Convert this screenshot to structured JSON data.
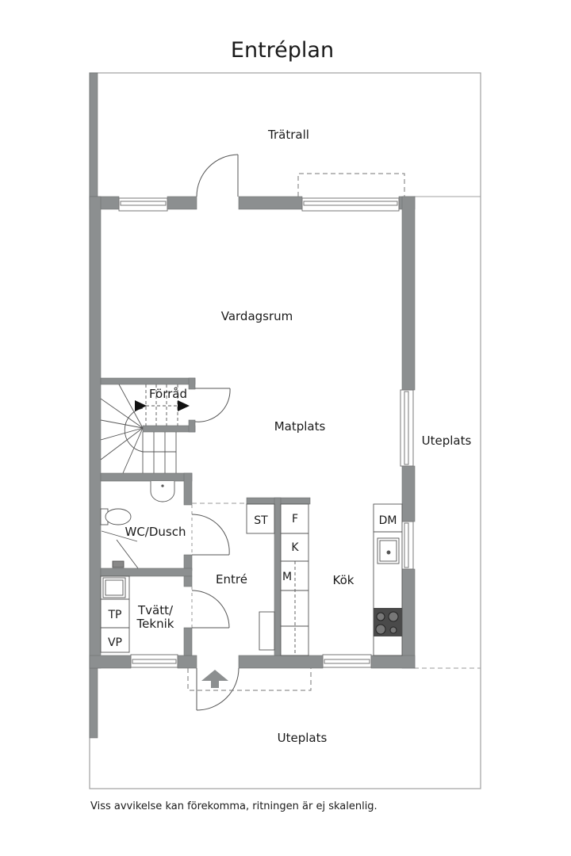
{
  "title": "Entréplan",
  "rooms": {
    "tratrall": "Trätrall",
    "vardagsrum": "Vardagsrum",
    "forrad": "Förråd",
    "matplats": "Matplats",
    "uteplats_right": "Uteplats",
    "wc_dusch": "WC/Dusch",
    "entre": "Entré",
    "kok": "Kök",
    "tvatt_line1": "Tvätt/",
    "tvatt_line2": "Teknik",
    "uteplats_bottom": "Uteplats"
  },
  "fixtures": {
    "st": "ST",
    "f": "F",
    "k": "K",
    "m": "M",
    "dm": "DM",
    "tp": "TP",
    "vp": "VP"
  },
  "colors": {
    "wall": "#8c8f90",
    "outline": "#9a9a9a",
    "line": "#555555",
    "stove": "#4a4a4a"
  },
  "disclaimer": "Viss avvikelse kan förekomma, ritningen är ej skalenlig."
}
